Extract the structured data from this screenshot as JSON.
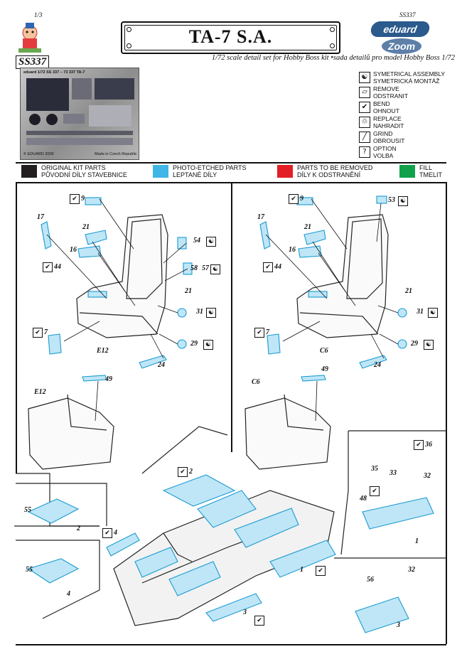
{
  "header": {
    "page_number": "1/3",
    "set_code_top": "SS337",
    "set_code_badge": "SS337",
    "title": "TA-7 S.A.",
    "subtitle": "1/72 scale detail set for Hobby Boss kit •sada detailů pro model Hobby Boss 1/72",
    "brand": "eduard",
    "brand_line": "Zoom"
  },
  "fret": {
    "label_top": "eduard      1/72  SS 337 – 73 337  TA-7",
    "copyright": "© EDUARD 2009",
    "made_in": "Made in Czech Republic"
  },
  "legend": [
    {
      "icon": "symmetry-icon",
      "glyph": "☯",
      "en": "SYMETRICAL ASSEMBLY",
      "cz": "SYMETRICKÁ MONTÁŽ"
    },
    {
      "icon": "remove-icon",
      "glyph": "▱",
      "en": "REMOVE",
      "cz": "ODSTRANIT"
    },
    {
      "icon": "bend-icon",
      "glyph": "✔",
      "en": "BEND",
      "cz": "OHNOUT"
    },
    {
      "icon": "replace-icon",
      "glyph": "♲",
      "en": "REPLACE",
      "cz": "NAHRADIT"
    },
    {
      "icon": "grind-icon",
      "glyph": "╱",
      "en": "GRIND",
      "cz": "OBROUSIT"
    },
    {
      "icon": "option-icon",
      "glyph": "?",
      "en": "OPTION",
      "cz": "VOLBA"
    }
  ],
  "color_key": [
    {
      "color": "#231f20",
      "en": "ORIGINAL KIT PARTS",
      "cz": "PŮVODNÍ DÍLY STAVEBNICE"
    },
    {
      "color": "#3fb6e6",
      "en": "PHOTO-ETCHED PARTS",
      "cz": "LEPTANÉ DÍLY"
    },
    {
      "color": "#e31e24",
      "en": "PARTS TO BE REMOVED",
      "cz": "DÍLY K ODSTRANĚNÍ"
    },
    {
      "color": "#12a14b",
      "en": "FILL",
      "cz": "TMELIT"
    }
  ],
  "left_seat": {
    "kit_part": "E12",
    "kit_part_lower": "E12",
    "parts": [
      "9",
      "17",
      "21",
      "16",
      "54",
      "58",
      "57",
      "21",
      "44",
      "31",
      "7",
      "29",
      "24",
      "49"
    ]
  },
  "right_seat": {
    "kit_part": "C6",
    "kit_part_lower": "C6",
    "parts": [
      "9",
      "53",
      "17",
      "21",
      "16",
      "44",
      "21",
      "31",
      "7",
      "29",
      "24",
      "49"
    ]
  },
  "cockpit": {
    "parts": [
      "2",
      "55",
      "2",
      "4",
      "55",
      "4",
      "1",
      "3",
      "36",
      "35",
      "33",
      "32",
      "48",
      "1",
      "56",
      "32",
      "3"
    ]
  }
}
